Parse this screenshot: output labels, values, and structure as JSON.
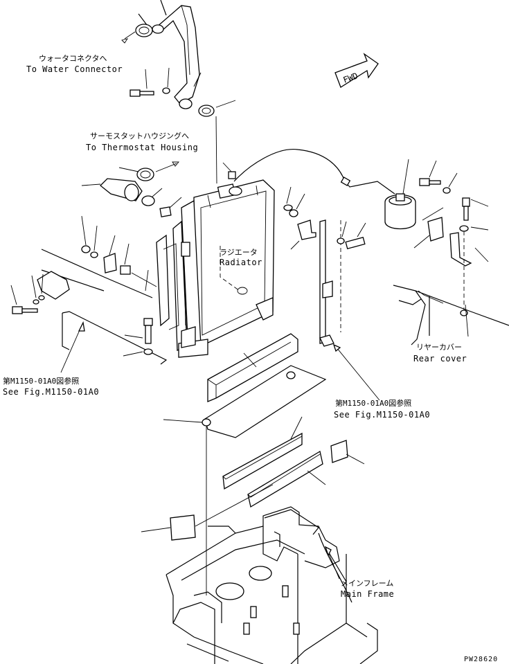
{
  "labels": {
    "water_connector_jp": "ウォータコネクタへ",
    "water_connector_en": "To Water Connector",
    "thermostat_jp": "サーモスタットハウジングへ",
    "thermostat_en": "To Thermostat Housing",
    "radiator_jp": "ラジエータ",
    "radiator_en": "Radiator",
    "rear_cover_jp": "リヤーカバー",
    "rear_cover_en": "Rear cover",
    "see_fig_left_jp": "第M1150-01A0図参照",
    "see_fig_left_en": "See Fig.M1150-01A0",
    "see_fig_right_jp": "第M1150-01A0図参照",
    "see_fig_right_en": "See Fig.M1150-01A0",
    "main_frame_jp": "メインフレーム",
    "main_frame_en": "Main Frame",
    "fwd": "FWD",
    "drawing_number": "PW28620"
  },
  "icons": [
    "fwd-arrow-icon"
  ]
}
